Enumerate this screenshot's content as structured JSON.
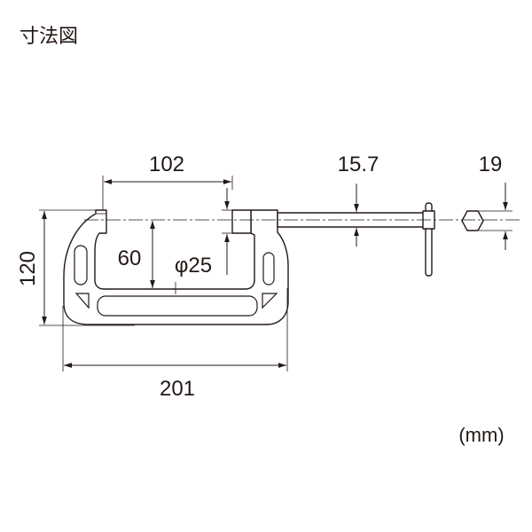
{
  "title": "寸法図",
  "dimensions": {
    "jaw_opening": "102",
    "screw_diameter": "15.7",
    "hex_size": "19",
    "height": "120",
    "throat_depth": "60",
    "pad_diameter": "φ25",
    "length": "201"
  },
  "unit": "(mm)",
  "colors": {
    "line": "#231815",
    "background": "#ffffff"
  }
}
